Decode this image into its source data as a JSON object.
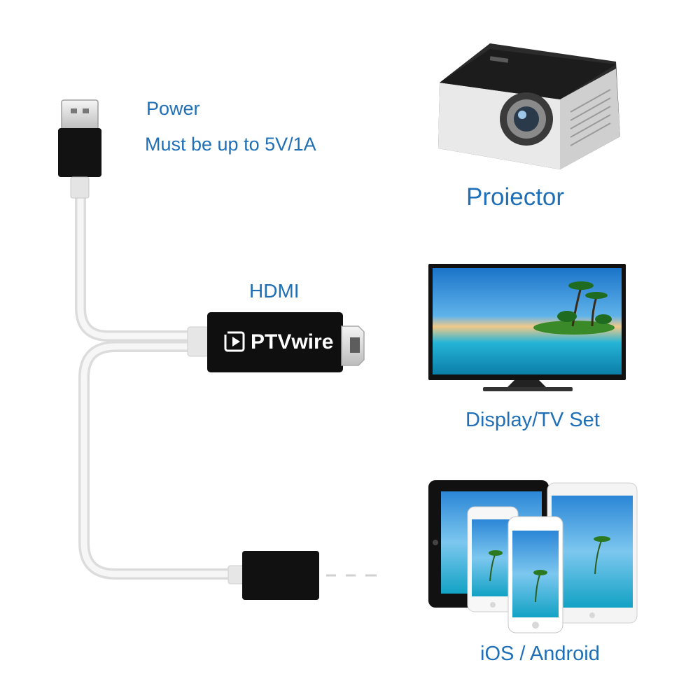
{
  "colors": {
    "label_blue": "#1f6fb7",
    "cable_white": "#eeeeee",
    "connector_black": "#111111",
    "metal": "#d9d9d9"
  },
  "labels": {
    "power": "Power",
    "power_requirement": "Must be up to 5V/1A",
    "hdmi": "HDMI",
    "projector": "Proiector",
    "display": "Display/TV Set",
    "mobile": "iOS / Android"
  },
  "brand": {
    "name": "PTVwire",
    "icon": "play-box-icon"
  },
  "devices": [
    {
      "id": "projector",
      "icon": "projector-icon"
    },
    {
      "id": "tv",
      "icon": "tv-icon"
    },
    {
      "id": "mobile",
      "icon": "tablets-and-phones-icon"
    }
  ]
}
